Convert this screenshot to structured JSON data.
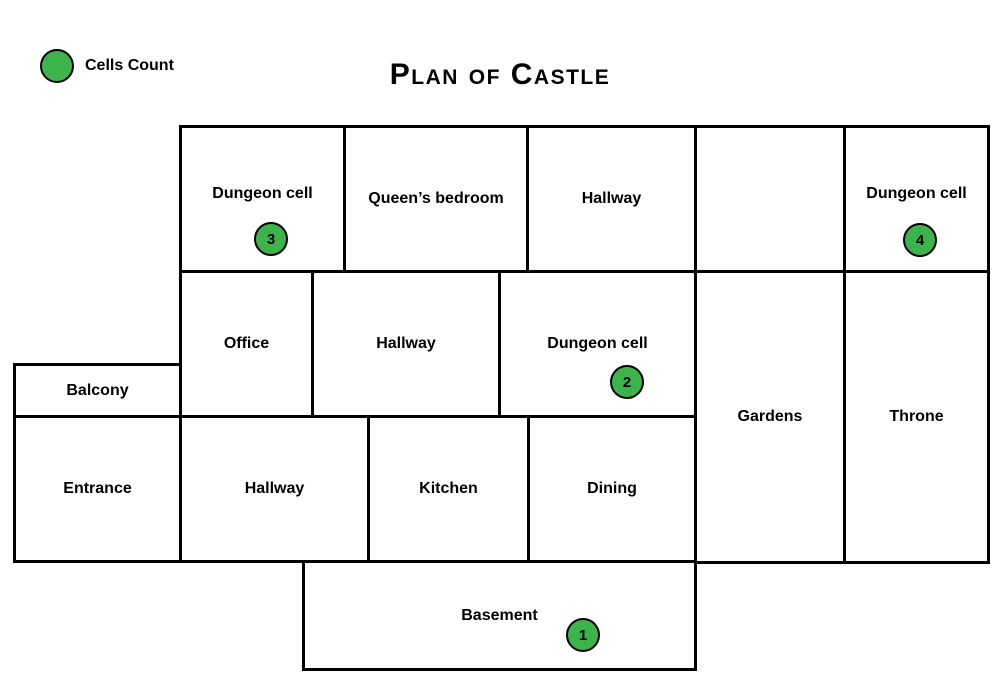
{
  "title": "Plan of Castle",
  "legend": {
    "label": "Cells Count"
  },
  "colors": {
    "marker_fill": "#3cb44b",
    "wall": "#000000",
    "background": "#ffffff",
    "text": "#000000"
  },
  "rooms": {
    "dungeon_cell_3": {
      "label": "Dungeon cell",
      "count": "3"
    },
    "queens_bedroom": {
      "label": "Queen’s bedroom"
    },
    "hallway_top": {
      "label": "Hallway"
    },
    "unlabeled": {
      "label": ""
    },
    "dungeon_cell_4": {
      "label": "Dungeon cell",
      "count": "4"
    },
    "office": {
      "label": "Office"
    },
    "hallway_middle": {
      "label": "Hallway"
    },
    "dungeon_cell_2": {
      "label": "Dungeon cell",
      "count": "2"
    },
    "gardens": {
      "label": "Gardens"
    },
    "throne": {
      "label": "Throne"
    },
    "balcony": {
      "label": "Balcony"
    },
    "entrance": {
      "label": "Entrance"
    },
    "hallway_bottom": {
      "label": "Hallway"
    },
    "kitchen": {
      "label": "Kitchen"
    },
    "dining": {
      "label": "Dining"
    },
    "basement": {
      "label": "Basement",
      "count": "1"
    }
  }
}
